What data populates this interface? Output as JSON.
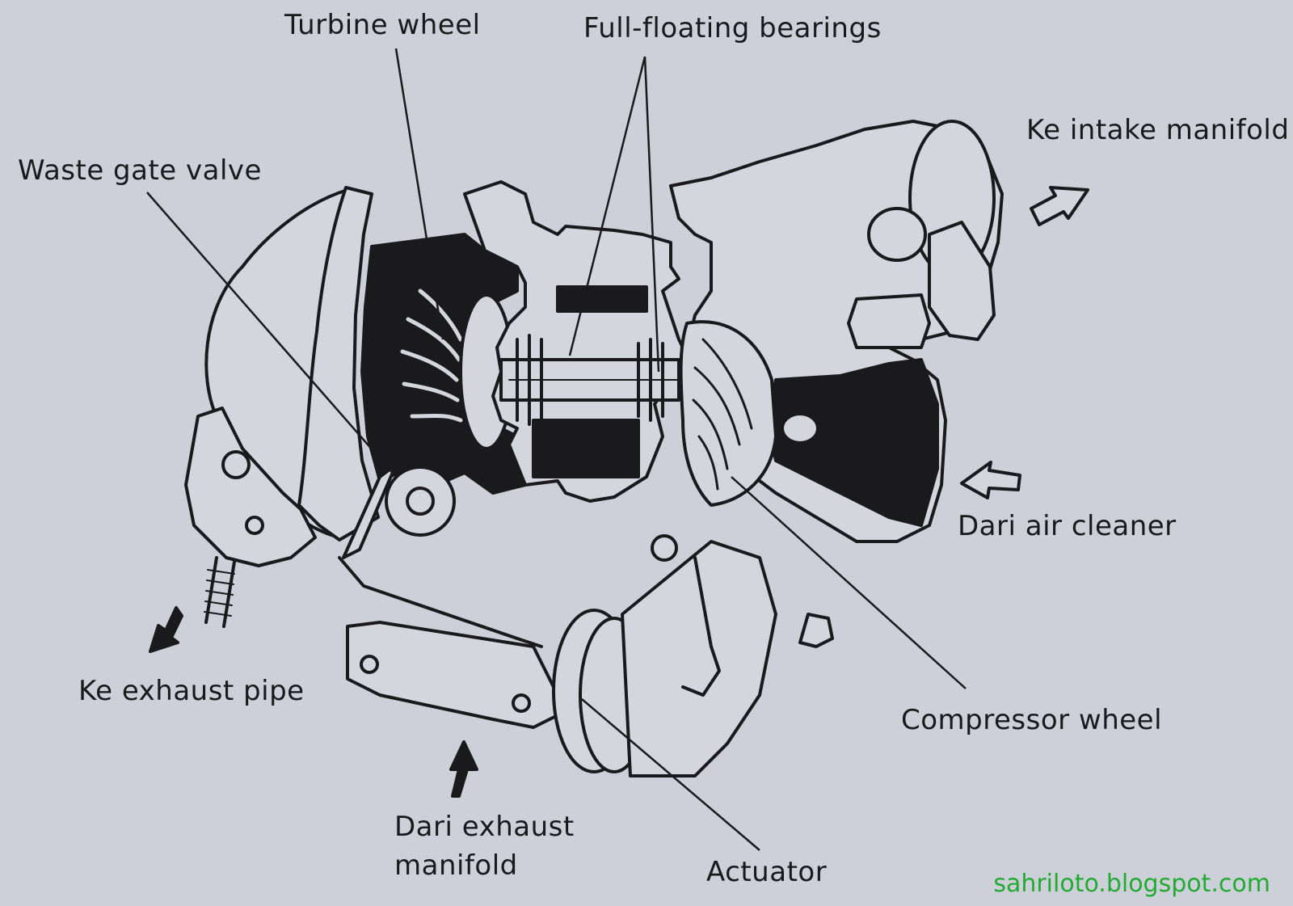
{
  "labels": {
    "turbine_wheel": "Turbine wheel",
    "full_floating_bearings": "Full-floating bearings",
    "waste_gate_valve": "Waste gate valve",
    "ke_intake_manifold": "Ke intake manifold",
    "dari_air_cleaner": "Dari air cleaner",
    "ke_exhaust_pipe": "Ke exhaust pipe",
    "compressor_wheel": "Compressor wheel",
    "dari_exhaust_manifold_line1": "Dari exhaust",
    "dari_exhaust_manifold_line2": "manifold",
    "actuator": "Actuator"
  },
  "watermark": "sahriloto.blogspot.com",
  "colors": {
    "background": "#cdd0d8",
    "ink": "#1a1a1c",
    "housing_fill": "#d3d6dd",
    "watermark": "#22aa33"
  }
}
